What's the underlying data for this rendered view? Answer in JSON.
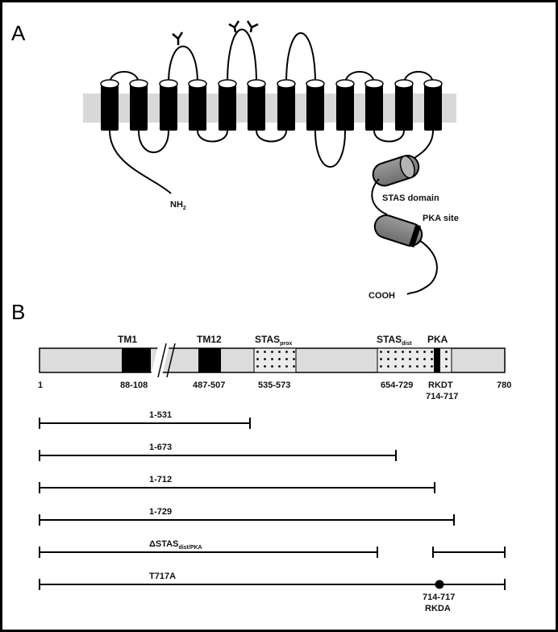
{
  "panel_a": {
    "letter": "A",
    "n_terminus": "NH",
    "n_terminus_sub": "2",
    "c_terminus": "COOH",
    "stas_domain_label": "STAS domain",
    "pka_site_label": "PKA site"
  },
  "panel_b": {
    "letter": "B",
    "map": {
      "tm1": {
        "label": "TM1",
        "range": "88-108"
      },
      "tm12": {
        "label": "TM12",
        "range": "487-507"
      },
      "stas_prox": {
        "label": "STAS",
        "sub": "prox",
        "range": "535-573"
      },
      "stas_dist": {
        "label": "STAS",
        "sub": "dist",
        "range": "654-729"
      },
      "pka": {
        "label": "PKA",
        "motif": "RKDT",
        "range": "714-717"
      },
      "start": "1",
      "end": "780"
    },
    "constructs": [
      {
        "label": "1-531",
        "end": 531
      },
      {
        "label": "1-673",
        "end": 673
      },
      {
        "label": "1-712",
        "end": 712
      },
      {
        "label": "1-729",
        "end": 729
      },
      {
        "label": "ΔSTAS",
        "sub": "dist/PKA",
        "end": 654,
        "resume": 729
      },
      {
        "label": "T717A",
        "end": 780,
        "mutation_range": "714-717",
        "mutation_motif": "RKDA"
      }
    ]
  }
}
